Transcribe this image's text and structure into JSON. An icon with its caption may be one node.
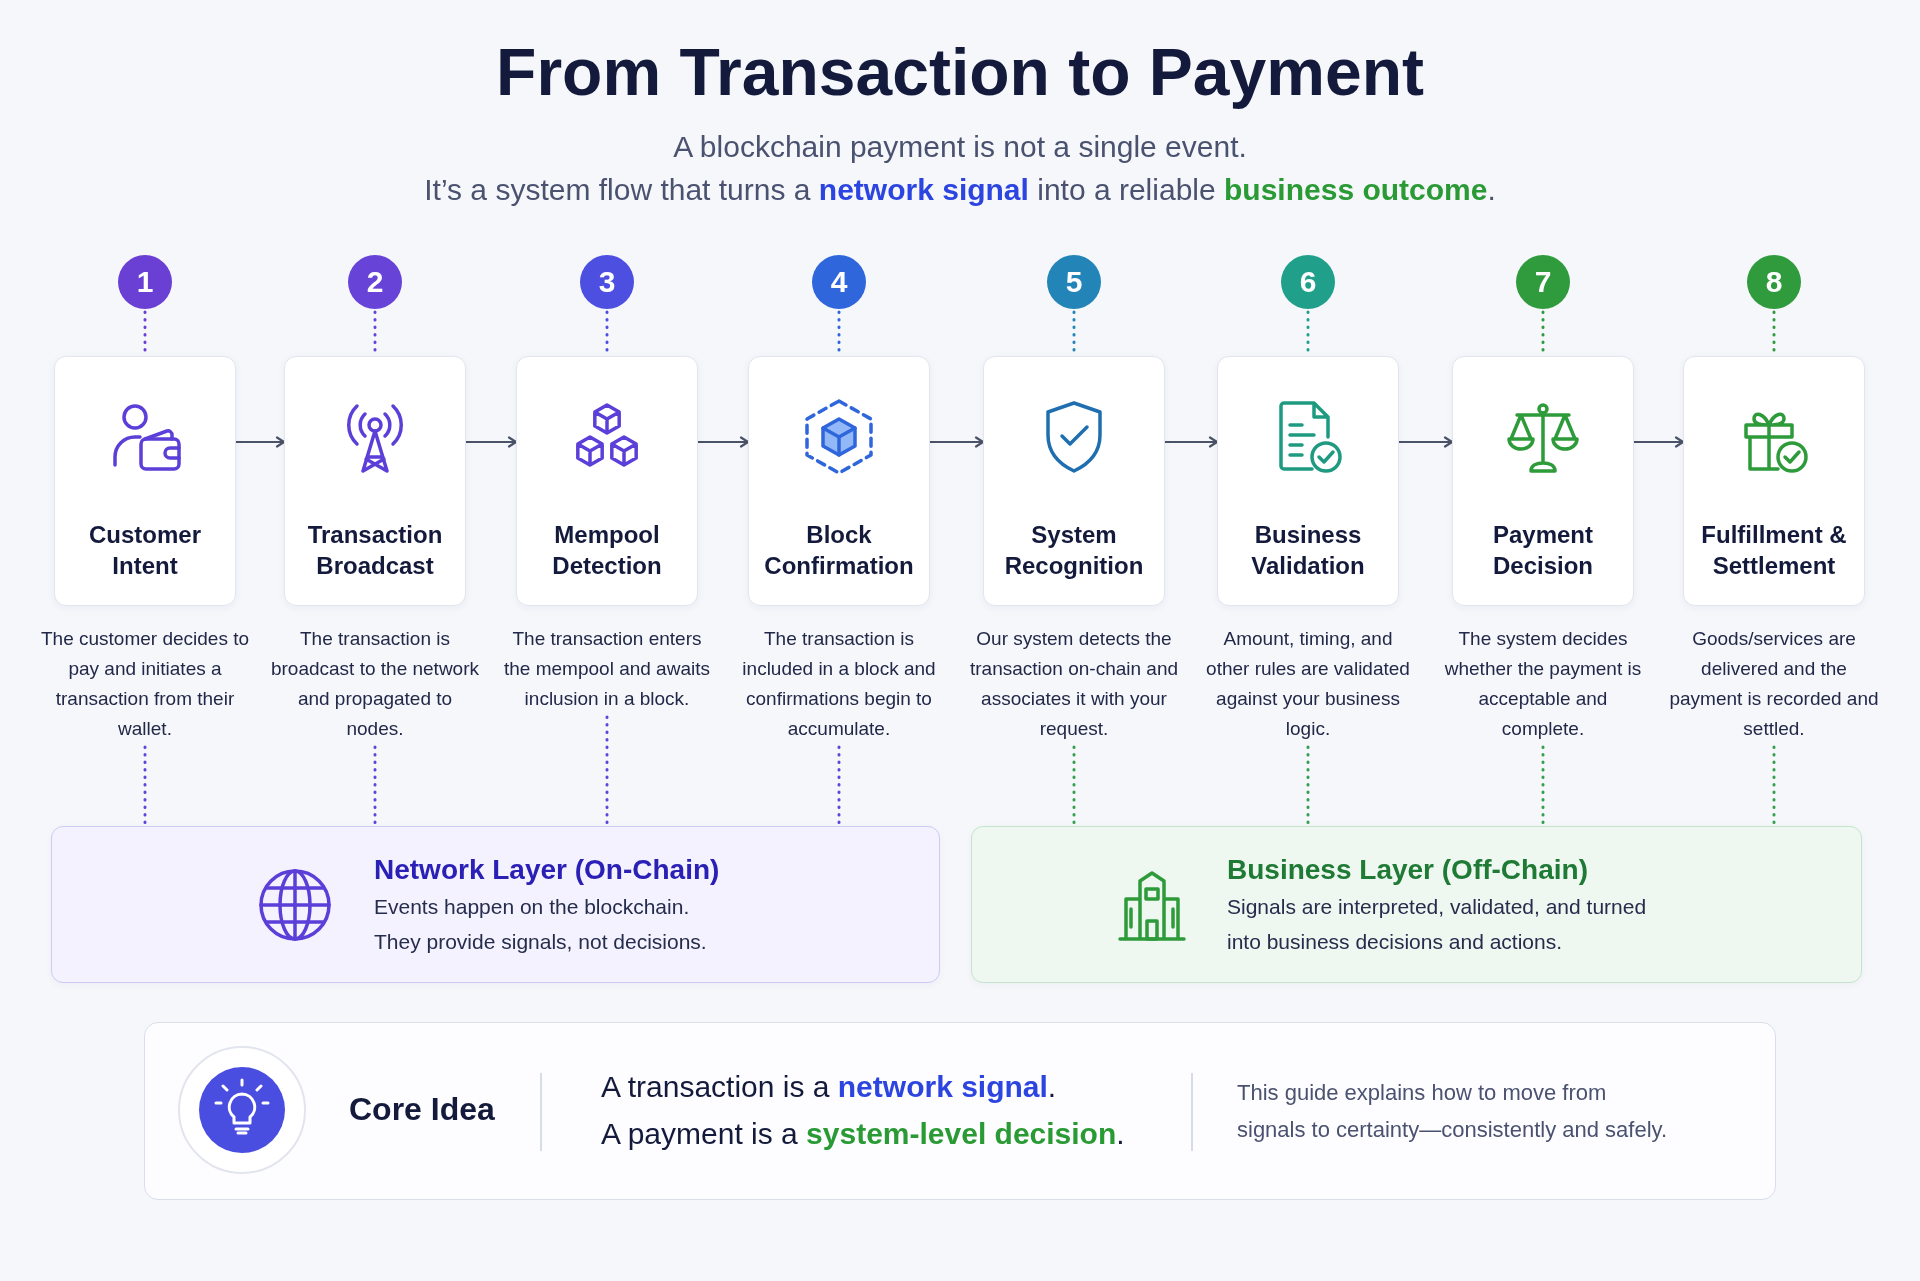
{
  "diagram": {
    "title": "From Transaction to Payment",
    "nodes": [
      {
        "text": [
          "1"
        ]
      },
      {
        "text": [
          "Customer Intent"
        ]
      },
      {
        "text": [
          "The customer decides to pay and initiates a transaction from their wallet."
        ]
      },
      {
        "text": [
          "2"
        ]
      },
      {
        "text": [
          "Transaction Broadcast"
        ]
      },
      {
        "text": [
          "The transaction is broadcast to the network and propagated to nodes."
        ]
      },
      {
        "text": [
          "3"
        ]
      },
      {
        "text": [
          "Mempool Detection"
        ]
      },
      {
        "text": [
          "The transaction enters the mempool and awaits inclusion in a block."
        ]
      },
      {
        "text": [
          "4"
        ]
      },
      {
        "text": [
          "Block Confirmation"
        ]
      },
      {
        "text": [
          "The transaction is included in a block and confirmations begin to accumulate."
        ]
      },
      {
        "text": [
          "5"
        ]
      },
      {
        "text": [
          "System Recognition"
        ]
      },
      {
        "text": [
          "Our system detects the transaction on-chain and associates it with your request."
        ]
      },
      {
        "text": [
          "6"
        ]
      },
      {
        "text": [
          "Business Validation"
        ]
      },
      {
        "text": [
          "Amount, timing, and other rules are validated against your business logic."
        ]
      },
      {
        "text": [
          "7"
        ]
      },
      {
        "text": [
          "Payment Decision"
        ]
      },
      {
        "text": [
          "The system decides whether the payment is acceptable and complete."
        ]
      },
      {
        "text": [
          "8"
        ]
      },
      {
        "text": [
          "Fulfillment & Settlement"
        ]
      },
      {
        "text": [
          "Goods/services are delivered and the payment is recorded and settled."
        ]
      },
      {
        "text": [
          "Network Layer (On-Chain)",
          "Events happen on the blockchain. They provide signals, not decisions."
        ]
      },
      {
        "text": [
          "Business Layer (Off-Chain)",
          "Signals are interpreted, validated, and turned into business decisions and actions."
        ]
      },
      {
        "text": [
          "Core Idea",
          "A transaction is a **network signal**.",
          "A payment is a **system-level decision**.",
          "This guide explains how to move from signals to certainty—consistently and safely."
        ]
      }
    ],
    "edges": [
      {
        "from": 0,
        "to": 1,
        "arrow": "none",
        "style": "dashed",
        "color": "#6a3fd4"
      },
      {
        "from": 3,
        "to": 4,
        "arrow": "none",
        "style": "dashed",
        "color": "#6843d8"
      },
      {
        "from": 6,
        "to": 7,
        "arrow": "none",
        "style": "dashed",
        "color": "#4c4fe0"
      },
      {
        "from": 9,
        "to": 10,
        "arrow": "none",
        "style": "dashed",
        "color": "#2f66dc"
      },
      {
        "from": 12,
        "to": 13,
        "arrow": "none",
        "style": "dashed",
        "color": "#2384b8"
      },
      {
        "from": 15,
        "to": 16,
        "arrow": "none",
        "style": "dashed",
        "color": "#20a08a"
      },
      {
        "from": 18,
        "to": 19,
        "arrow": "none",
        "style": "dashed",
        "color": "#2f9b3d"
      },
      {
        "from": 21,
        "to": 22,
        "arrow": "none",
        "style": "dashed",
        "color": "#2f9b3d"
      },
      {
        "from": 1,
        "to": 4,
        "arrow": "to"
      },
      {
        "from": 4,
        "to": 7,
        "arrow": "to"
      },
      {
        "from": 7,
        "to": 10,
        "arrow": "to"
      },
      {
        "from": 10,
        "to": 13,
        "arrow": "to"
      },
      {
        "from": 13,
        "to": 16,
        "arrow": "to"
      },
      {
        "from": 16,
        "to": 19,
        "arrow": "to"
      },
      {
        "from": 19,
        "to": 22,
        "arrow": "to"
      },
      {
        "from": 2,
        "to": 24,
        "arrow": "none",
        "style": "dashed",
        "color": "#5b48d9"
      },
      {
        "from": 5,
        "to": 24,
        "arrow": "none",
        "style": "dashed",
        "color": "#5b48d9"
      },
      {
        "from": 8,
        "to": 24,
        "arrow": "none",
        "style": "dashed",
        "color": "#5b48d9"
      },
      {
        "from": 11,
        "to": 24,
        "arrow": "none",
        "style": "dashed",
        "color": "#5b48d9"
      },
      {
        "from": 14,
        "to": 25,
        "arrow": "none",
        "style": "dashed",
        "color": "#34a04f"
      },
      {
        "from": 17,
        "to": 25,
        "arrow": "none",
        "style": "dashed",
        "color": "#34a04f"
      },
      {
        "from": 20,
        "to": 25,
        "arrow": "none",
        "style": "dashed",
        "color": "#34a04f"
      },
      {
        "from": 23,
        "to": 25,
        "arrow": "none",
        "style": "dashed",
        "color": "#34a04f"
      }
    ],
    "labels": [
      "A blockchain payment is not a single event.",
      "It’s a system flow that turns a **network signal** into a reliable **business outcome**."
    ]
  }
}
